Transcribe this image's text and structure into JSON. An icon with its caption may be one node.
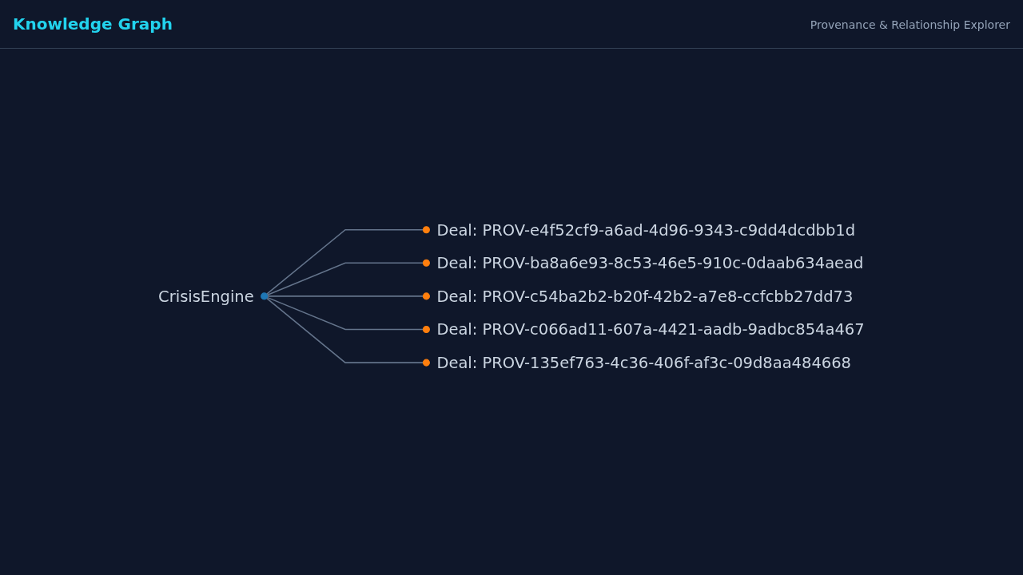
{
  "diagram": {
    "title": "Knowledge Graph",
    "nodes": [
      {
        "text": [],
        "shape": "circle",
        "beside": [
          "Deal: PROV-e4f52cf9-a6ad-4d96-9343-c9dd4dcdbb1d"
        ]
      },
      {
        "text": [],
        "shape": "circle",
        "beside": [
          "Deal: PROV-ba8a6e93-8c53-46e5-910c-0daab634aead"
        ]
      },
      {
        "text": [],
        "shape": "circle",
        "beside": [
          "Deal: PROV-c54ba2b2-b20f-42b2-a7e8-ccfcbb27dd73"
        ]
      },
      {
        "text": [],
        "shape": "circle",
        "beside": [
          "CrisisEngine"
        ]
      },
      {
        "text": [],
        "shape": "circle",
        "beside": [
          "Deal: PROV-c066ad11-607a-4421-aadb-9adbc854a467"
        ]
      },
      {
        "text": [],
        "shape": "circle",
        "beside": [
          "Deal: PROV-135ef763-4c36-406f-af3c-09d8aa484668"
        ]
      }
    ],
    "edges": [
      {
        "from": 3,
        "to": 0,
        "arrow": "none"
      },
      {
        "from": 3,
        "to": 1,
        "arrow": "none"
      },
      {
        "from": 3,
        "to": 2,
        "arrow": "none"
      },
      {
        "from": 3,
        "to": 4,
        "arrow": "none"
      },
      {
        "from": 3,
        "to": 5,
        "arrow": "none"
      }
    ],
    "labels": [
      "Provenance & Relationship Explorer"
    ]
  }
}
